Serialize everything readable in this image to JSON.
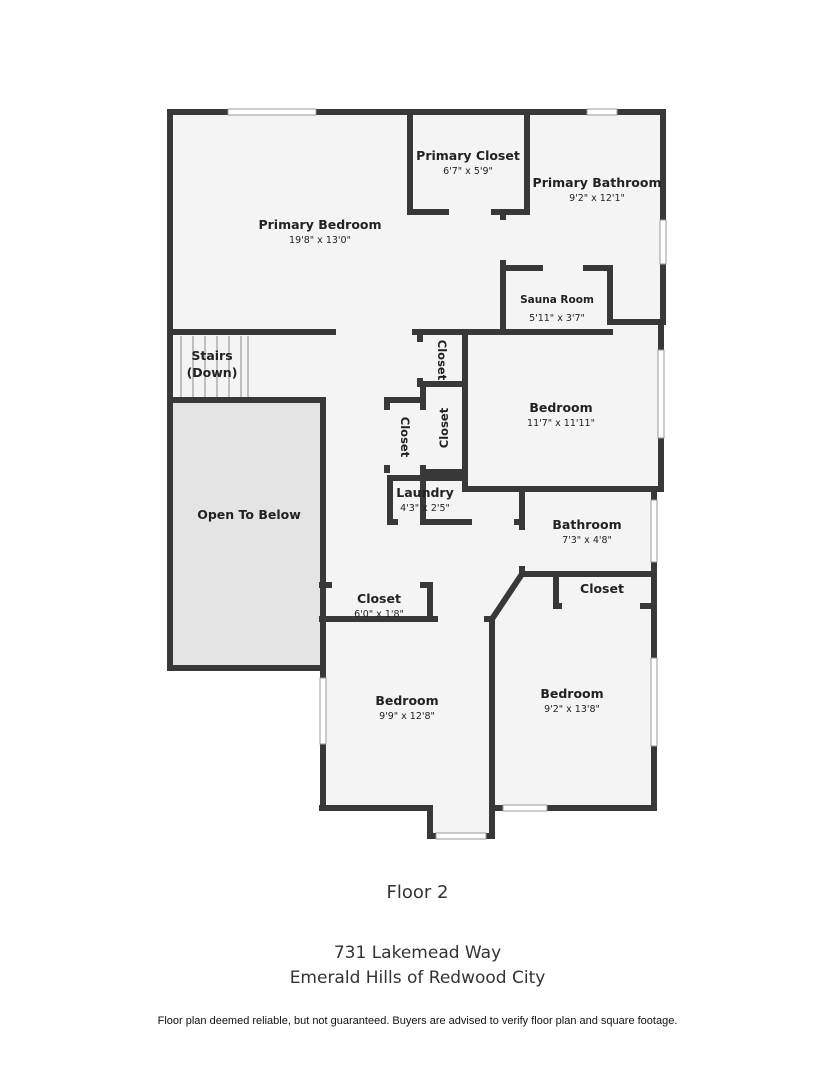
{
  "rooms": {
    "primary_closet": {
      "name": "Primary Closet",
      "dim": "6'7\" x 5'9\""
    },
    "primary_bathroom": {
      "name": "Primary Bathroom",
      "dim": "9'2\" x 12'1\""
    },
    "primary_bedroom": {
      "name": "Primary Bedroom",
      "dim": "19'8\" x 13'0\""
    },
    "sauna_room": {
      "name": "Sauna Room",
      "dim": "5'11\" x 3'7\""
    },
    "stairs_line1": "Stairs",
    "stairs_line2": "(Down)",
    "closet_upper": {
      "name": "Closet"
    },
    "closet_left": {
      "name": "Closet"
    },
    "closet_right": {
      "name": "Closet"
    },
    "bedroom_east": {
      "name": "Bedroom",
      "dim": "11'7\" x 11'11\""
    },
    "laundry": {
      "name": "Laundry",
      "dim": "4'3\" x 2'5\""
    },
    "open_to_below": {
      "name": "Open To Below"
    },
    "bathroom": {
      "name": "Bathroom",
      "dim": "7'3\" x 4'8\""
    },
    "closet_hall": {
      "name": "Closet",
      "dim": "6'0\" x 1'8\""
    },
    "closet_se": {
      "name": "Closet"
    },
    "bedroom_sw": {
      "name": "Bedroom",
      "dim": "9'9\" x 12'8\""
    },
    "bedroom_se": {
      "name": "Bedroom",
      "dim": "9'2\" x 13'8\""
    }
  },
  "footer": {
    "floor": "Floor 2",
    "address_line1": "731 Lakemead Way",
    "address_line2": "Emerald Hills of Redwood City",
    "disclaimer": "Floor plan deemed reliable, but not guaranteed. Buyers are advised to verify floor plan and square footage."
  }
}
